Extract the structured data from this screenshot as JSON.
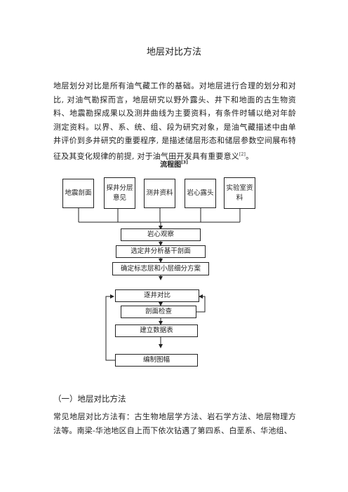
{
  "title": "地层对比方法",
  "intro": "地层划分对比是所有油气藏工作的基础。对地层进行合理的划分和对比, 对油气勘探而言，地层研究以野外露头、井下和地面的古生物资料、地震勘探成果以及测井曲线为主要资料，有条件时辅以绝对年龄测定资料。以界、系、统、组、段为研究对象，是油气藏描述中由单井评价到多井研究的重要程序, 是描述储层形态和储层参数空间展布特征及其变化规律的前提, 对于油气田开发具有重要意义",
  "intro_ref": "[2]",
  "intro_end": "。",
  "flowchart": {
    "title": "流程图",
    "title_ref": "[3]",
    "sources": [
      "地震剖面",
      "探井分层意见",
      "测井资料",
      "岩心露头",
      "实验室资料"
    ],
    "steps": [
      "岩心观察",
      "选定井分析基干剖面",
      "确定标志层和小层细分方案",
      "逐井对比",
      "剖面检查",
      "建立数据表",
      "编制图幅"
    ]
  },
  "section_heading": "（一）地层对比方法",
  "body": "常见地层对比方法有：古生物地层学方法、岩石学方法、地层物理方法等。南梁-华池地区自上而下依次钻遇了第四系、白垩系、华池组、"
}
